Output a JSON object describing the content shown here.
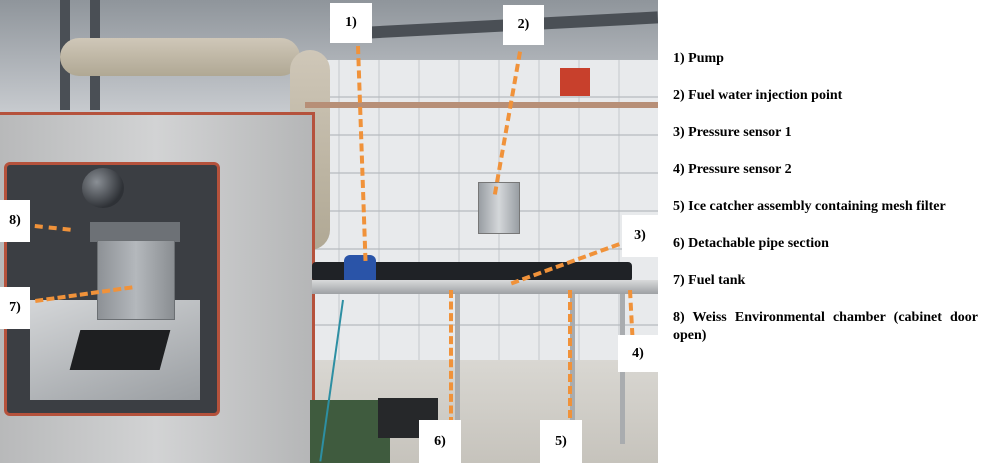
{
  "figure": {
    "photo_description": "Experimental rig with environmental chamber, pump, pipework and ice catcher assembly",
    "callouts": [
      {
        "id": "1",
        "label": "1)"
      },
      {
        "id": "2",
        "label": "2)"
      },
      {
        "id": "3",
        "label": "3)"
      },
      {
        "id": "4",
        "label": "4)"
      },
      {
        "id": "5",
        "label": "5)"
      },
      {
        "id": "6",
        "label": "6)"
      },
      {
        "id": "7",
        "label": "7)"
      },
      {
        "id": "8",
        "label": "8)"
      }
    ],
    "callout_line_color": "#f0923a"
  },
  "legend": {
    "items": [
      {
        "text": "1) Pump"
      },
      {
        "text": "2) Fuel water injection point"
      },
      {
        "text": "3) Pressure sensor 1"
      },
      {
        "text": "4) Pressure sensor 2"
      },
      {
        "text": "5) Ice catcher assembly containing mesh filter"
      },
      {
        "text": "6) Detachable pipe section"
      },
      {
        "text": "7) Fuel tank"
      },
      {
        "text": "8) Weiss Environmental chamber (cabinet door open)"
      }
    ]
  }
}
